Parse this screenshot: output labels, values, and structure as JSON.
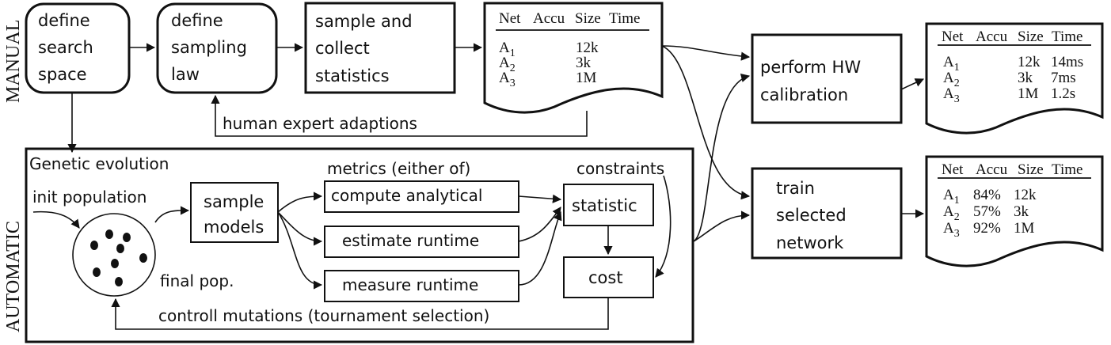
{
  "side_labels": {
    "manual": "MANUAL",
    "automatic": "AUTOMATIC"
  },
  "manual": {
    "define_search_space": [
      "define",
      "search",
      "space"
    ],
    "define_sampling_law": [
      "define",
      "sampling",
      "law"
    ],
    "sample_collect": [
      "sample and",
      "collect",
      "statistics"
    ],
    "human_expert": "human expert adaptions"
  },
  "tables": {
    "header": [
      "Net",
      "Accu",
      "Size",
      "Time"
    ],
    "stats": {
      "rows": [
        {
          "net": "A",
          "sub": "1",
          "accu": "",
          "size": "12k",
          "time": ""
        },
        {
          "net": "A",
          "sub": "2",
          "accu": "",
          "size": "3k",
          "time": ""
        },
        {
          "net": "A",
          "sub": "3",
          "accu": "",
          "size": "1M",
          "time": ""
        }
      ]
    },
    "hw": {
      "rows": [
        {
          "net": "A",
          "sub": "1",
          "accu": "",
          "size": "12k",
          "time": "14ms"
        },
        {
          "net": "A",
          "sub": "2",
          "accu": "",
          "size": "3k",
          "time": "7ms"
        },
        {
          "net": "A",
          "sub": "3",
          "accu": "",
          "size": "1M",
          "time": "1.2s"
        }
      ]
    },
    "train": {
      "rows": [
        {
          "net": "A",
          "sub": "1",
          "accu": "84%",
          "size": "12k",
          "time": ""
        },
        {
          "net": "A",
          "sub": "2",
          "accu": "57%",
          "size": "3k",
          "time": ""
        },
        {
          "net": "A",
          "sub": "3",
          "accu": "92%",
          "size": "1M",
          "time": ""
        }
      ]
    }
  },
  "hw_calibration": [
    "perform HW",
    "calibration"
  ],
  "train_network": [
    "train",
    "selected",
    "network"
  ],
  "automatic": {
    "genetic_evolution": "Genetic evolution",
    "init_population": "init population",
    "final_pop": "final pop.",
    "sample_models": [
      "sample",
      "models"
    ],
    "metrics_label": "metrics (either of)",
    "compute_analytical": "compute analytical",
    "estimate_runtime": "estimate runtime",
    "measure_runtime": "measure runtime",
    "constraints": "constraints",
    "statistic": "statistic",
    "cost": "cost",
    "controll_mutations": "controll mutations (tournament selection)"
  }
}
